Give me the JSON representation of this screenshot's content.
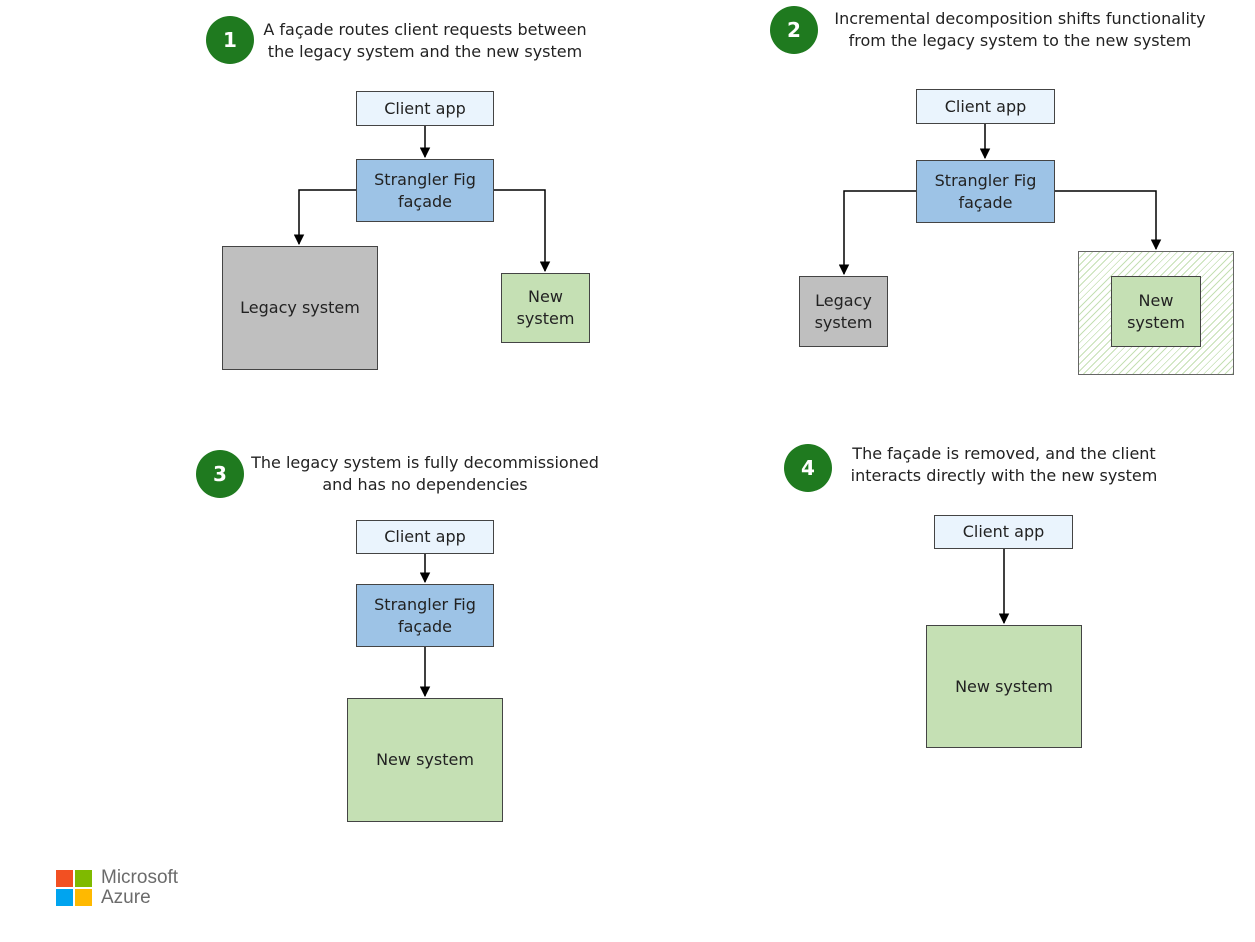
{
  "steps": [
    {
      "number": "1",
      "caption_line1": "A façade routes client requests between",
      "caption_line2": "the legacy system and the new system",
      "client": "Client app",
      "facade_line1": "Strangler Fig",
      "facade_line2": "façade",
      "legacy": "Legacy system",
      "new_line1": "New",
      "new_line2": "system"
    },
    {
      "number": "2",
      "caption_line1": "Incremental decomposition shifts functionality",
      "caption_line2": "from the legacy system to the new system",
      "client": "Client app",
      "facade_line1": "Strangler Fig",
      "facade_line2": "façade",
      "legacy_line1": "Legacy",
      "legacy_line2": "system",
      "new_line1": "New",
      "new_line2": "system"
    },
    {
      "number": "3",
      "caption_line1": "The legacy system is fully decommissioned",
      "caption_line2": "and has no dependencies",
      "client": "Client app",
      "facade_line1": "Strangler Fig",
      "facade_line2": "façade",
      "new": "New system"
    },
    {
      "number": "4",
      "caption_line1": "The façade is removed, and the client",
      "caption_line2": "interacts directly with the new system",
      "client": "Client app",
      "new": "New system"
    }
  ],
  "logo": {
    "line1": "Microsoft",
    "line2": "Azure",
    "colors": [
      "#f25022",
      "#7fba00",
      "#00a4ef",
      "#ffb900"
    ]
  },
  "colors": {
    "badge": "#1f7a1f",
    "client_box": "#eaf4fd",
    "facade_box": "#9dc3e6",
    "legacy_box": "#bfbfbf",
    "new_box": "#c5e0b4"
  }
}
